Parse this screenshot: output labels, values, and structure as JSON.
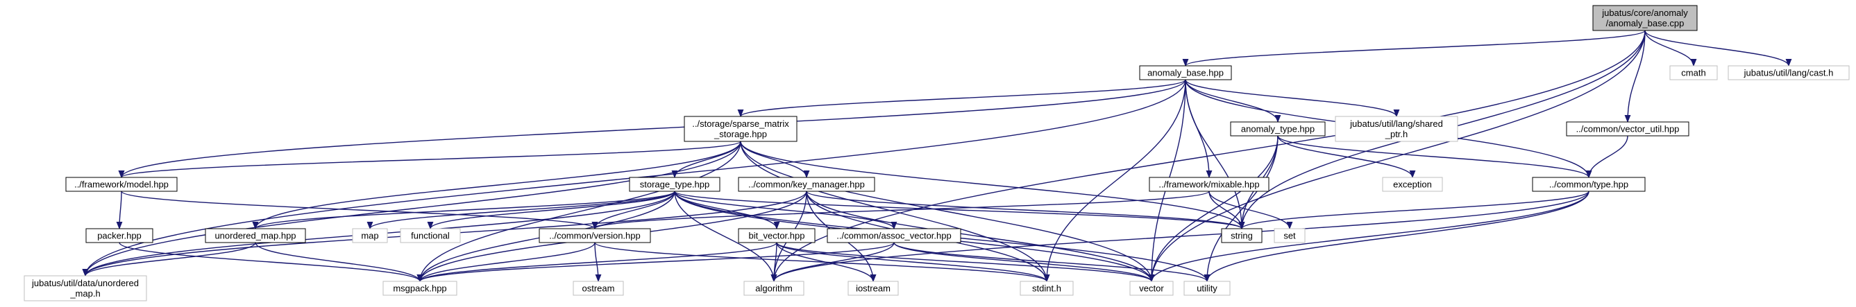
{
  "diagram": {
    "nodes": {
      "root": [
        "jubatus/core/anomaly",
        "/anomaly_base.cpp"
      ],
      "anomaly_base_hpp": [
        "anomaly_base.hpp"
      ],
      "cmath": [
        "cmath"
      ],
      "cast_h": [
        "jubatus/util/lang/cast.h"
      ],
      "sparse_matrix_storage": [
        "../storage/sparse_matrix",
        "_storage.hpp"
      ],
      "shared_ptr_h": [
        "jubatus/util/lang/shared",
        "_ptr.h"
      ],
      "anomaly_type": [
        "anomaly_type.hpp"
      ],
      "vector_util": [
        "../common/vector_util.hpp"
      ],
      "model_hpp": [
        "../framework/model.hpp"
      ],
      "storage_type": [
        "storage_type.hpp"
      ],
      "key_manager": [
        "../common/key_manager.hpp"
      ],
      "mixable": [
        "../framework/mixable.hpp"
      ],
      "exception": [
        "exception"
      ],
      "common_type": [
        "../common/type.hpp"
      ],
      "packer": [
        "packer.hpp"
      ],
      "unordered_map_hpp": [
        "unordered_map.hpp"
      ],
      "map": [
        "map"
      ],
      "functional": [
        "functional"
      ],
      "version": [
        "../common/version.hpp"
      ],
      "bit_vector": [
        "bit_vector.hpp"
      ],
      "assoc_vector": [
        "../common/assoc_vector.hpp"
      ],
      "string": [
        "string"
      ],
      "set": [
        "set"
      ],
      "unordered_map_h": [
        "jubatus/util/data/unordered",
        "_map.h"
      ],
      "msgpack": [
        "msgpack.hpp"
      ],
      "ostream": [
        "ostream"
      ],
      "algorithm": [
        "algorithm"
      ],
      "iostream": [
        "iostream"
      ],
      "stdint": [
        "stdint.h"
      ],
      "vector": [
        "vector"
      ],
      "utility": [
        "utility"
      ]
    },
    "edges": [
      [
        "root",
        "anomaly_base_hpp"
      ],
      [
        "root",
        "cmath"
      ],
      [
        "root",
        "cast_h"
      ],
      [
        "root",
        "vector_util"
      ],
      [
        "root",
        "string"
      ],
      [
        "root",
        "algorithm"
      ],
      [
        "root",
        "vector"
      ],
      [
        "anomaly_base_hpp",
        "unordered_map_h"
      ],
      [
        "anomaly_base_hpp",
        "model_hpp"
      ],
      [
        "anomaly_base_hpp",
        "sparse_matrix_storage"
      ],
      [
        "anomaly_base_hpp",
        "shared_ptr_h"
      ],
      [
        "anomaly_base_hpp",
        "anomaly_type"
      ],
      [
        "anomaly_base_hpp",
        "mixable"
      ],
      [
        "anomaly_base_hpp",
        "common_type"
      ],
      [
        "anomaly_base_hpp",
        "string"
      ],
      [
        "anomaly_base_hpp",
        "stdint"
      ],
      [
        "anomaly_base_hpp",
        "vector"
      ],
      [
        "sparse_matrix_storage",
        "model_hpp"
      ],
      [
        "sparse_matrix_storage",
        "storage_type"
      ],
      [
        "sparse_matrix_storage",
        "key_manager"
      ],
      [
        "sparse_matrix_storage",
        "unordered_map_hpp"
      ],
      [
        "sparse_matrix_storage",
        "msgpack"
      ],
      [
        "sparse_matrix_storage",
        "unordered_map_h"
      ],
      [
        "sparse_matrix_storage",
        "string"
      ],
      [
        "sparse_matrix_storage",
        "stdint"
      ],
      [
        "sparse_matrix_storage",
        "vector"
      ],
      [
        "anomaly_type",
        "common_type"
      ],
      [
        "anomaly_type",
        "exception"
      ],
      [
        "anomaly_type",
        "string"
      ],
      [
        "anomaly_type",
        "vector"
      ],
      [
        "anomaly_type",
        "utility"
      ],
      [
        "vector_util",
        "common_type"
      ],
      [
        "model_hpp",
        "packer"
      ],
      [
        "model_hpp",
        "version"
      ],
      [
        "storage_type",
        "unordered_map_hpp"
      ],
      [
        "storage_type",
        "map"
      ],
      [
        "storage_type",
        "functional"
      ],
      [
        "storage_type",
        "version"
      ],
      [
        "storage_type",
        "bit_vector"
      ],
      [
        "storage_type",
        "assoc_vector"
      ],
      [
        "storage_type",
        "string"
      ],
      [
        "storage_type",
        "msgpack"
      ],
      [
        "storage_type",
        "unordered_map_h"
      ],
      [
        "storage_type",
        "algorithm"
      ],
      [
        "storage_type",
        "vector"
      ],
      [
        "storage_type",
        "utility"
      ],
      [
        "key_manager",
        "msgpack"
      ],
      [
        "key_manager",
        "unordered_map_h"
      ],
      [
        "key_manager",
        "algorithm"
      ],
      [
        "key_manager",
        "iostream"
      ],
      [
        "key_manager",
        "string"
      ],
      [
        "key_manager",
        "vector"
      ],
      [
        "key_manager",
        "stdint"
      ],
      [
        "mixable",
        "version"
      ],
      [
        "mixable",
        "string"
      ],
      [
        "mixable",
        "set"
      ],
      [
        "common_type",
        "string"
      ],
      [
        "common_type",
        "algorithm"
      ],
      [
        "common_type",
        "vector"
      ],
      [
        "common_type",
        "utility"
      ],
      [
        "packer",
        "msgpack"
      ],
      [
        "unordered_map_hpp",
        "unordered_map_h"
      ],
      [
        "unordered_map_hpp",
        "msgpack"
      ],
      [
        "version",
        "msgpack"
      ],
      [
        "version",
        "ostream"
      ],
      [
        "version",
        "stdint"
      ],
      [
        "bit_vector",
        "msgpack"
      ],
      [
        "bit_vector",
        "algorithm"
      ],
      [
        "bit_vector",
        "iostream"
      ],
      [
        "bit_vector",
        "vector"
      ],
      [
        "bit_vector",
        "stdint"
      ],
      [
        "assoc_vector",
        "algorithm"
      ],
      [
        "assoc_vector",
        "vector"
      ],
      [
        "assoc_vector",
        "utility"
      ],
      [
        "assoc_vector",
        "msgpack"
      ]
    ]
  },
  "colors": {
    "main_border": "#000000",
    "root_fill": "#bfbfbf",
    "external_border": "#bfbfbf",
    "edge_dark": "#191970",
    "edge_light": "#63b8ff"
  }
}
